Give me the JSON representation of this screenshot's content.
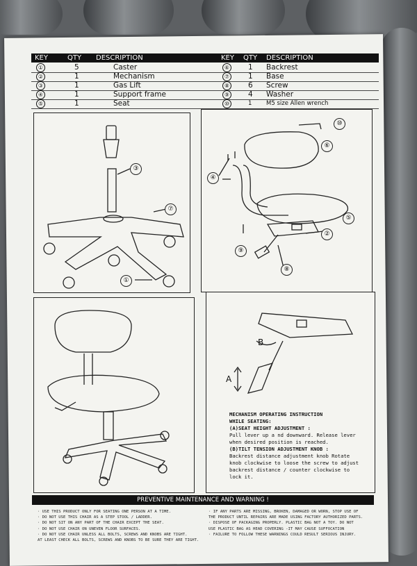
{
  "parts_table": {
    "headers": {
      "key": "KEY",
      "qty": "QTY",
      "description": "DESCRIPTION"
    },
    "left": [
      {
        "key": "①",
        "qty": "5",
        "description": "Caster"
      },
      {
        "key": "②",
        "qty": "1",
        "description": "Mechanism"
      },
      {
        "key": "③",
        "qty": "1",
        "description": "Gas Lift"
      },
      {
        "key": "④",
        "qty": "1",
        "description": "Support frame"
      },
      {
        "key": "⑤",
        "qty": "1",
        "description": "Seat"
      }
    ],
    "right": [
      {
        "key": "⑥",
        "qty": "1",
        "description": "Backrest"
      },
      {
        "key": "⑦",
        "qty": "1",
        "description": "Base"
      },
      {
        "key": "⑧",
        "qty": "6",
        "description": "Screw"
      },
      {
        "key": "⑨",
        "qty": "4",
        "description": "Washer"
      },
      {
        "key": "⑩",
        "qty": "1",
        "description": "M5 size Allen wrench"
      }
    ]
  },
  "callouts": {
    "panel1": [
      "③",
      "⑦",
      "①"
    ],
    "panel2": [
      "⑩",
      "⑥",
      "④",
      "⑤",
      "②",
      "⑨",
      "⑧"
    ],
    "panel4": [
      "B",
      "A"
    ]
  },
  "mechanism": {
    "title": "MECHANISM OPERATING INSTRUCTION",
    "subtitle": "WHILE SEATING:",
    "a_heading": "(A)SEAT HEIGHT ADJUSTMENT :",
    "a_text": [
      "Pull lever up a nd downward. Release lever",
      "when desired position is reached."
    ],
    "b_heading": "(B)TILT TENSION ADJUSTMENT KNOB :",
    "b_text": [
      "Backrest distance adjustment knob Rotate",
      "knob clockwise to loose the screw to adjust",
      "backrest distance / counter clockwise to",
      "lock it."
    ]
  },
  "warning": {
    "title": "PREVENTIVE MAINTENANCE AND WARNING !",
    "left": [
      "· USE THIS PRODUCT ONLY FOR SEATING ONE PERSON AT A TIME.",
      "· DO NOT USE THIS CHAIR AS A STEP STOOL / LADDER.",
      "· DO NOT SIT ON ANY PART OF THE CHAIR EXCEPT THE SEAT.",
      "· DO NOT USE CHAIR ON UNEVEN FLOOR SURFACES.",
      "· DO NOT USE CHAIR UNLESS ALL BOLTS, SCREWS AND KNOBS ARE TIGHT.",
      "  AT LEAST CHECK ALL BOLTS, SCREWS AND KNOBS TO BE SURE THEY ARE TIGHT."
    ],
    "right": [
      "· IF ANY PARTS ARE MISSING, BROKEN, DAMAGED OR WORN, STOP USE OF",
      "  THE PRODUCT UNTIL REPAIRS ARE MADE USING FACTORY AUTHORIZED PARTS.",
      "· DISPOSE OF PACKAGING PROPERLY. PLASTIC BAG NOT A TOY. DO NOT",
      "  USE PLASTIC BAG AS HEAD COVERING -IT MAY CAUSE SUFFOCATION",
      "· FAILURE TO FOLLOW THESE WARNINGS COULD RESULT SERIOUS INJURY."
    ]
  }
}
